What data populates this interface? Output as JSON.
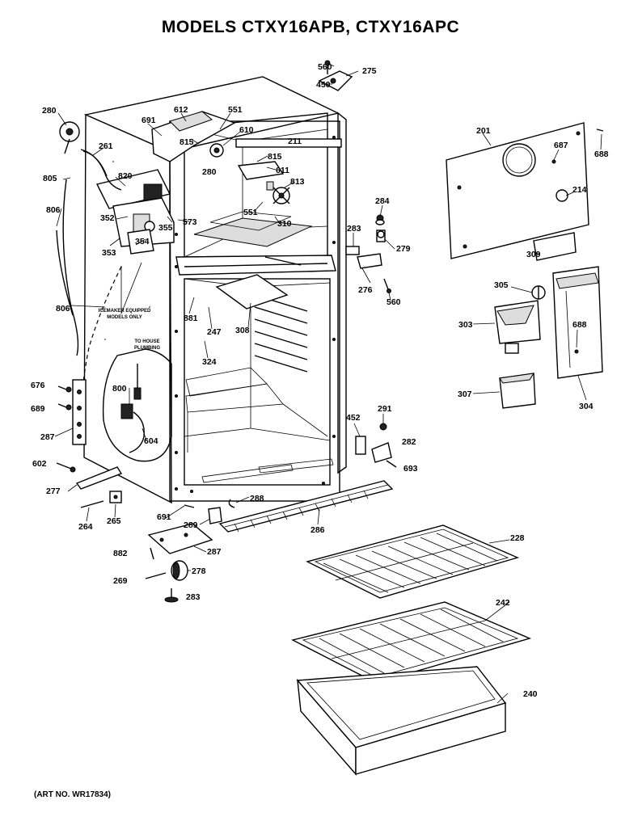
{
  "title": "MODELS CTXY16APB, CTXY16APC",
  "art_number": "(ART NO. WR17834)",
  "notes": {
    "icemaker": [
      "ICEMAKER EQUIPPED",
      "MODELS ONLY"
    ],
    "plumbing": [
      "TO HOUSE",
      "PLUMBING"
    ]
  },
  "callouts": [
    "560",
    "275",
    "450",
    "280",
    "612",
    "551",
    "691",
    "610",
    "815",
    "211",
    "261",
    "815",
    "611",
    "805",
    "820",
    "280",
    "813",
    "806",
    "352",
    "355",
    "573",
    "551",
    "310",
    "284",
    "353",
    "354",
    "283",
    "279",
    "201",
    "687",
    "688",
    "214",
    "309",
    "276",
    "560",
    "305",
    "881",
    "247",
    "308",
    "806",
    "688",
    "303",
    "324",
    "676",
    "800",
    "689",
    "287",
    "604",
    "291",
    "452",
    "282",
    "307",
    "304",
    "602",
    "693",
    "277",
    "288",
    "264",
    "265",
    "691",
    "289",
    "286",
    "228",
    "882",
    "287",
    "269",
    "278",
    "242",
    "283",
    "240"
  ]
}
